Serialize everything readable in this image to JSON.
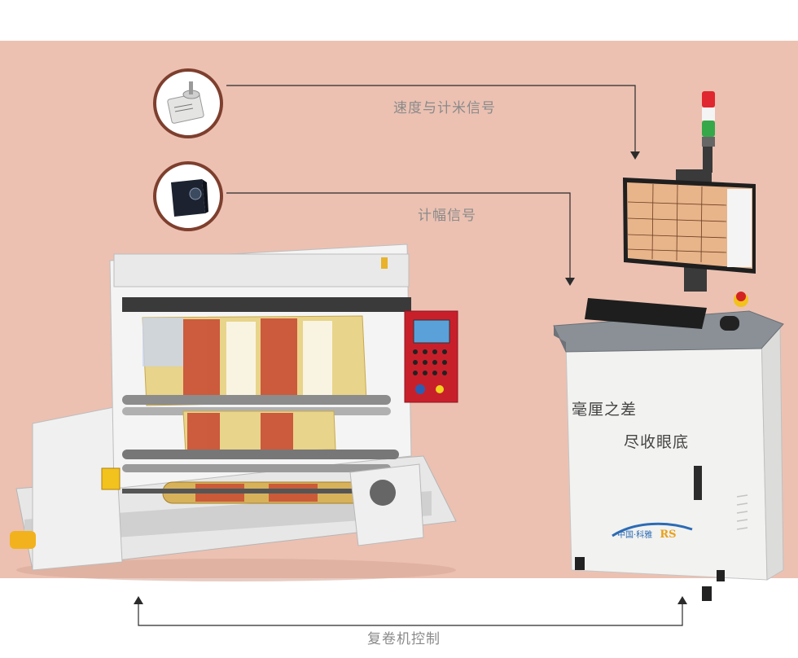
{
  "colors": {
    "panel_bg": "#ecc1b2",
    "circle_border": "#7e3f2e",
    "connector_line": "#2b2b2b",
    "label_text": "#8a8a8a"
  },
  "sensors": [
    {
      "icon": "rotary-encoder-icon",
      "label": "速度与计米信号"
    },
    {
      "icon": "photoelectric-sensor-icon",
      "label": "计幅信号"
    }
  ],
  "control_link": {
    "label": "复卷机控制"
  },
  "cabinet": {
    "slogan_line1": "毫厘之差",
    "slogan_line2": "尽收眼底",
    "logo_text": "中国·科雅",
    "logo_mark": "RS"
  }
}
